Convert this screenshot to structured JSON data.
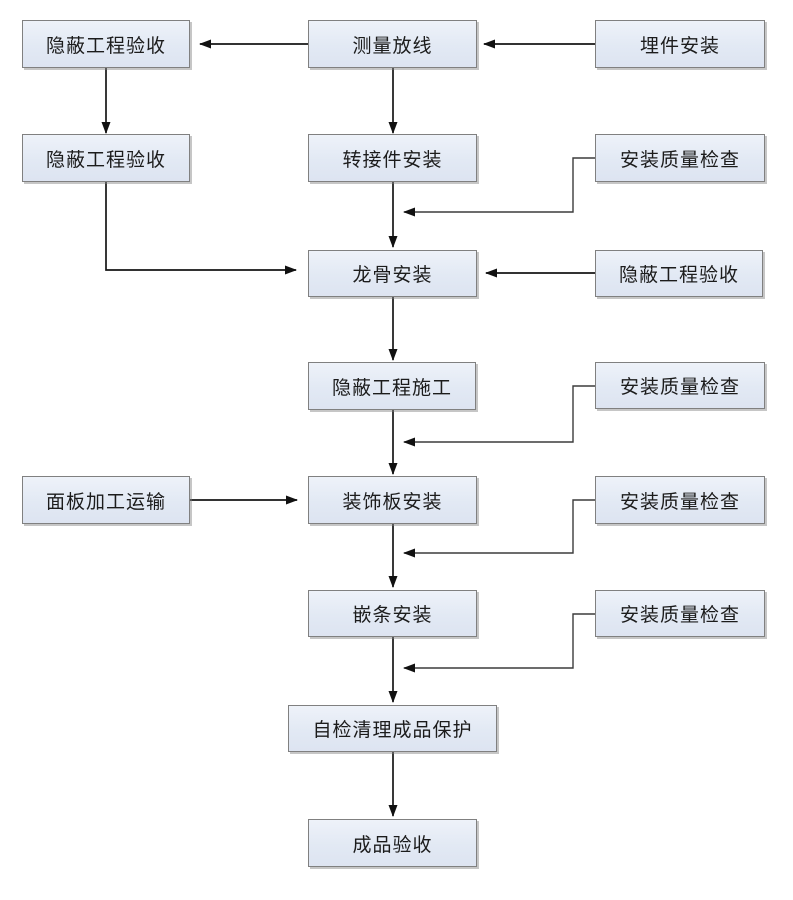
{
  "diagram": {
    "type": "flowchart",
    "colors": {
      "node_fill": "#e2e9f4",
      "node_border": "#808080",
      "arrow": "#161616",
      "text": "#1c1c1c",
      "background": "#ffffff"
    },
    "nodes": [
      {
        "id": "hidden-acceptance-a",
        "label": "隐蔽工程验收"
      },
      {
        "id": "survey-layout",
        "label": "测量放线"
      },
      {
        "id": "embed-install",
        "label": "埋件安装"
      },
      {
        "id": "hidden-acceptance-b",
        "label": "隐蔽工程验收"
      },
      {
        "id": "adapter-install",
        "label": "转接件安装"
      },
      {
        "id": "quality-check-a",
        "label": "安装质量检查"
      },
      {
        "id": "keel-install",
        "label": "龙骨安装"
      },
      {
        "id": "hidden-acceptance-c",
        "label": "隐蔽工程验收"
      },
      {
        "id": "hidden-work-construction",
        "label": "隐蔽工程施工"
      },
      {
        "id": "quality-check-b",
        "label": "安装质量检查"
      },
      {
        "id": "panel-processing",
        "label": "面板加工运输"
      },
      {
        "id": "decorative-panel-install",
        "label": "装饰板安装"
      },
      {
        "id": "quality-check-c",
        "label": "安装质量检查"
      },
      {
        "id": "trim-install",
        "label": "嵌条安装"
      },
      {
        "id": "quality-check-d",
        "label": "安装质量检查"
      },
      {
        "id": "self-check-cleanup",
        "label": "自检清理成品保护"
      },
      {
        "id": "final-acceptance",
        "label": "成品验收"
      }
    ],
    "edges": [
      {
        "from": "embed-install",
        "to": "survey-layout"
      },
      {
        "from": "survey-layout",
        "to": "hidden-acceptance-a"
      },
      {
        "from": "hidden-acceptance-a",
        "to": "hidden-acceptance-b"
      },
      {
        "from": "survey-layout",
        "to": "adapter-install"
      },
      {
        "from": "adapter-install",
        "to": "keel-install"
      },
      {
        "from": "quality-check-a",
        "to": "main-flow"
      },
      {
        "from": "hidden-acceptance-b",
        "to": "keel-install"
      },
      {
        "from": "hidden-acceptance-c",
        "to": "keel-install"
      },
      {
        "from": "keel-install",
        "to": "hidden-work-construction"
      },
      {
        "from": "hidden-work-construction",
        "to": "decorative-panel-install"
      },
      {
        "from": "quality-check-b",
        "to": "main-flow"
      },
      {
        "from": "panel-processing",
        "to": "decorative-panel-install"
      },
      {
        "from": "decorative-panel-install",
        "to": "trim-install"
      },
      {
        "from": "quality-check-c",
        "to": "main-flow"
      },
      {
        "from": "trim-install",
        "to": "self-check-cleanup"
      },
      {
        "from": "quality-check-d",
        "to": "main-flow"
      },
      {
        "from": "self-check-cleanup",
        "to": "final-acceptance"
      }
    ]
  }
}
